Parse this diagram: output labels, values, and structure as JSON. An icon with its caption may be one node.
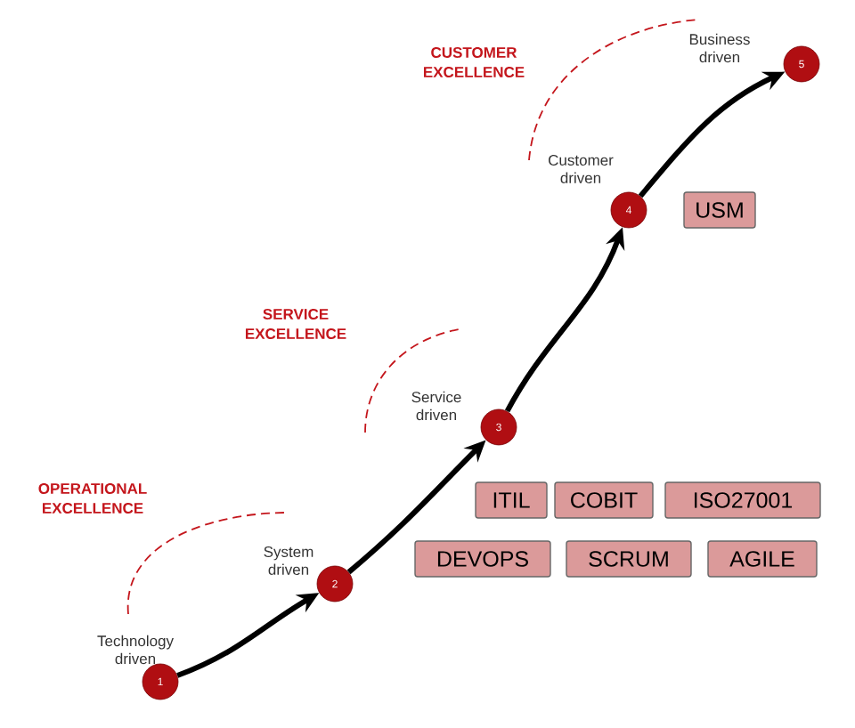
{
  "diagram": {
    "nodes": [
      {
        "text": [
          "1"
        ],
        "beside": [
          "Technology driven"
        ]
      },
      {
        "text": [
          "2"
        ],
        "beside": [
          "System driven"
        ]
      },
      {
        "text": [
          "3"
        ],
        "beside": [
          "Service driven"
        ]
      },
      {
        "text": [
          "4"
        ],
        "beside": [
          "Customer driven"
        ]
      },
      {
        "text": [
          "5"
        ],
        "beside": [
          "Business driven"
        ]
      },
      {
        "text": [
          "USM"
        ]
      },
      {
        "text": [
          "ITIL"
        ]
      },
      {
        "text": [
          "COBIT"
        ]
      },
      {
        "text": [
          "ISO27001"
        ]
      },
      {
        "text": [
          "DEVOPS"
        ]
      },
      {
        "text": [
          "SCRUM"
        ]
      },
      {
        "text": [
          "AGILE"
        ]
      }
    ],
    "edges": [
      {
        "from": 0,
        "to": 1,
        "arrow": "to"
      },
      {
        "from": 1,
        "to": 2,
        "arrow": "to"
      },
      {
        "from": 2,
        "to": 3,
        "arrow": "to"
      },
      {
        "from": 3,
        "to": 4,
        "arrow": "to"
      }
    ],
    "labels": [
      "CUSTOMER EXCELLENCE",
      "SERVICE EXCELLENCE",
      "OPERATIONAL EXCELLENCE"
    ]
  }
}
